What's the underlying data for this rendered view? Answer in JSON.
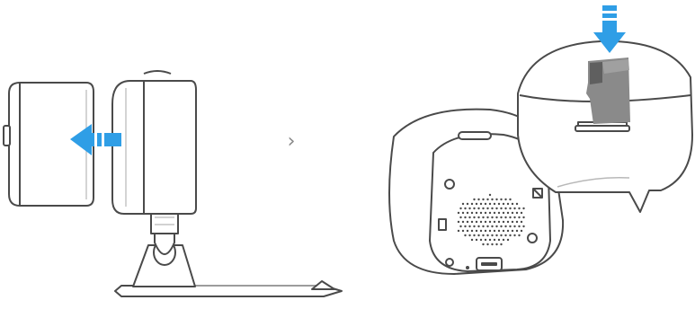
{
  "diagram": {
    "steps": [
      {
        "id": "step-1",
        "action": "remove-camera-from-mount"
      },
      {
        "id": "step-2",
        "action": "insert-microsd-card"
      }
    ],
    "step_separator": "›",
    "colors": {
      "line": "#4a4a4a",
      "light_line": "#b8b8b8",
      "arrow": "#2f9ee6",
      "fill": "#ffffff",
      "card": "#8a8a8a",
      "card_dark": "#5f5f5f"
    },
    "icons": {
      "separator": "chevron-right-icon",
      "pull": "arrow-left-icon",
      "insert": "arrow-down-icon"
    }
  }
}
